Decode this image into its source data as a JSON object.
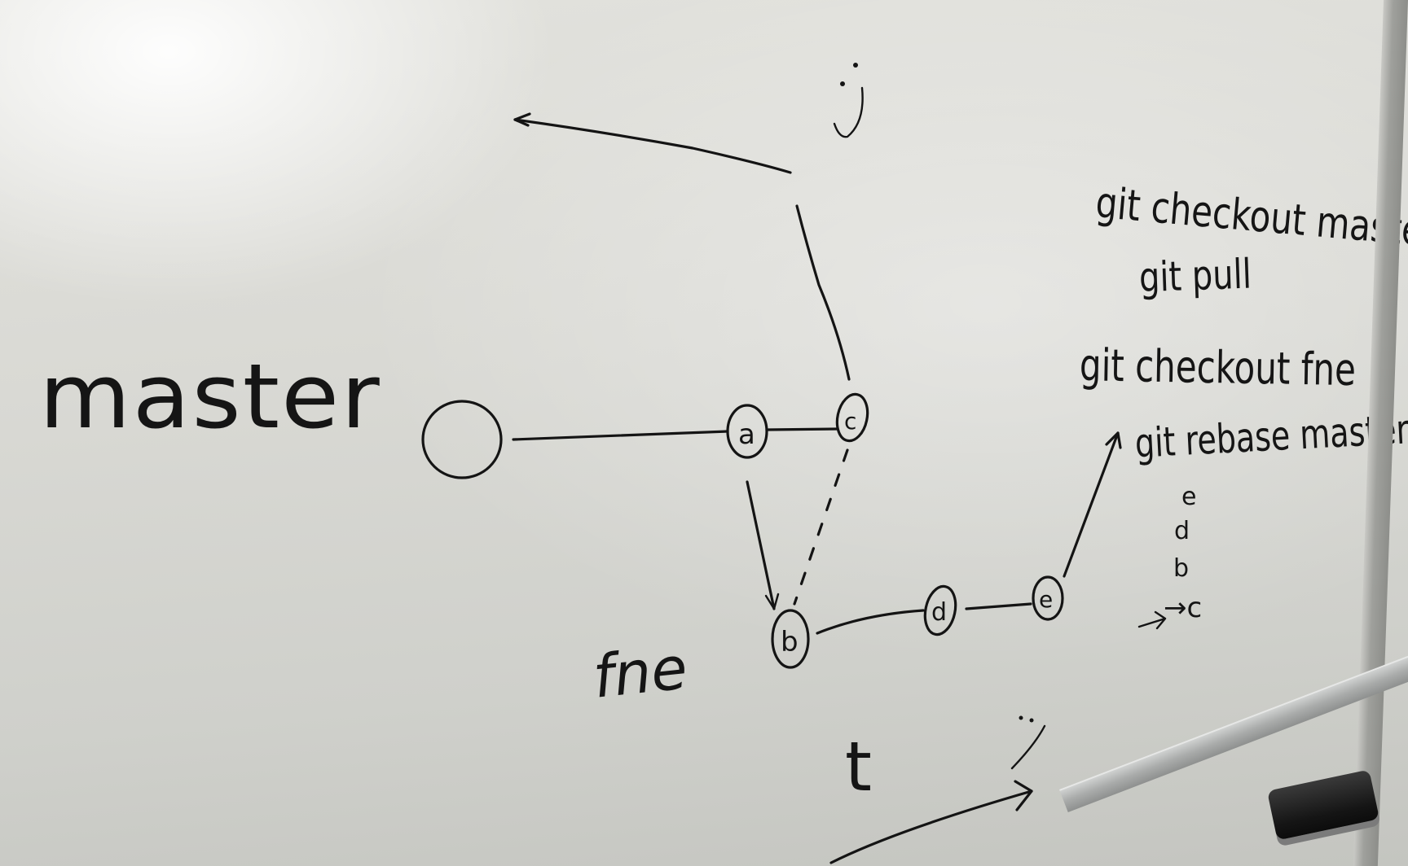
{
  "diagram": {
    "branch_labels": {
      "master": "master",
      "fine": "fne"
    },
    "nodes": {
      "master_root": "",
      "master_a": "a",
      "master_c": "c",
      "fine_b": "b",
      "fine_d": "d",
      "fine_e": "e"
    },
    "annotations": {
      "time_axis": "t",
      "smiley_top": ":)",
      "smiley_bottom": ":/"
    },
    "commands": [
      "git checkout master",
      "git pull",
      "git checkout fne",
      "git rebase master"
    ],
    "rebase_order": [
      "e",
      "d",
      "b",
      "→c"
    ]
  },
  "colors": {
    "ink": "#141414",
    "board": "#dadad5"
  }
}
